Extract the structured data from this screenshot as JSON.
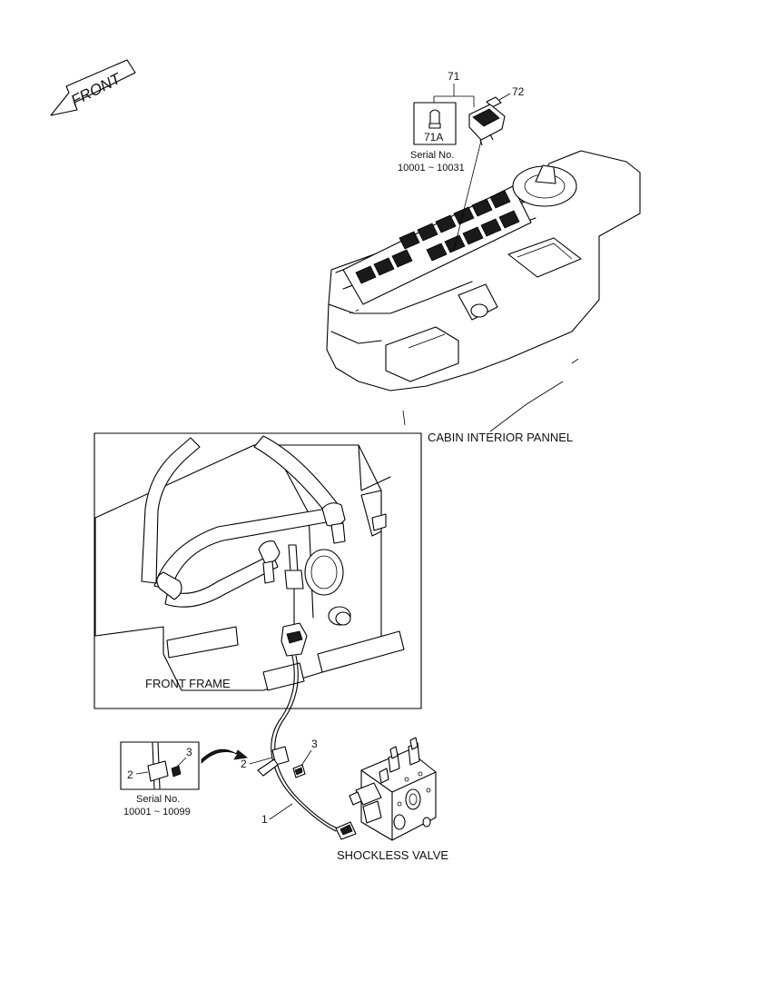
{
  "orientation": {
    "front_label": "FRONT"
  },
  "cabin": {
    "part_71": "71",
    "part_71a": "71A",
    "part_72": "72",
    "serial_label": "Serial No.",
    "serial_range": "10001 ~ 10031",
    "assembly_label": "CABIN INTERIOR PANNEL"
  },
  "frame": {
    "assembly_label": "FRONT FRAME"
  },
  "harness": {
    "part_1": "1",
    "part_2": "2",
    "part_3": "3"
  },
  "detail": {
    "part_2": "2",
    "part_3": "3",
    "serial_label": "Serial No.",
    "serial_range": "10001 ~ 10099"
  },
  "valve": {
    "assembly_label": "SHOCKLESS VALVE"
  }
}
